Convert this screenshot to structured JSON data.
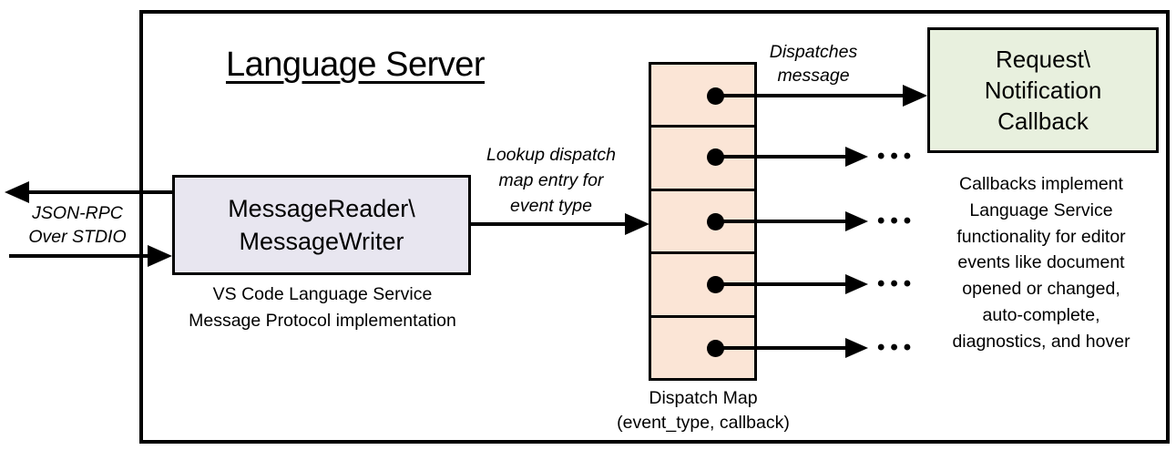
{
  "title": "Language Server",
  "colors": {
    "message_box_fill": "#E8E6F0",
    "dispatch_cell_fill": "#FBE5D6",
    "callback_box_fill": "#E8F0DE",
    "line_color": "#000000"
  },
  "left_io": {
    "label_line1": "JSON-RPC",
    "label_line2": "Over STDIO"
  },
  "message_box": {
    "line1": "MessageReader\\",
    "line2": "MessageWriter",
    "caption_line1": "VS Code Language Service",
    "caption_line2": "Message Protocol implementation"
  },
  "lookup_label": {
    "line1": "Lookup dispatch",
    "line2": "map entry for",
    "line3": "event type"
  },
  "dispatches_label": {
    "line1": "Dispatches",
    "line2": "message"
  },
  "dispatch_map": {
    "label_line1": "Dispatch Map",
    "label_line2": "(event_type, callback)",
    "row_count": 5,
    "ellipsis": "•••"
  },
  "callback_box": {
    "line1": "Request\\",
    "line2": "Notification",
    "line3": "Callback"
  },
  "callbacks_note": {
    "lines": [
      "Callbacks implement",
      "Language Service",
      "functionality for editor",
      "events like document",
      "opened or changed,",
      "auto-complete,",
      "diagnostics, and hover"
    ]
  }
}
